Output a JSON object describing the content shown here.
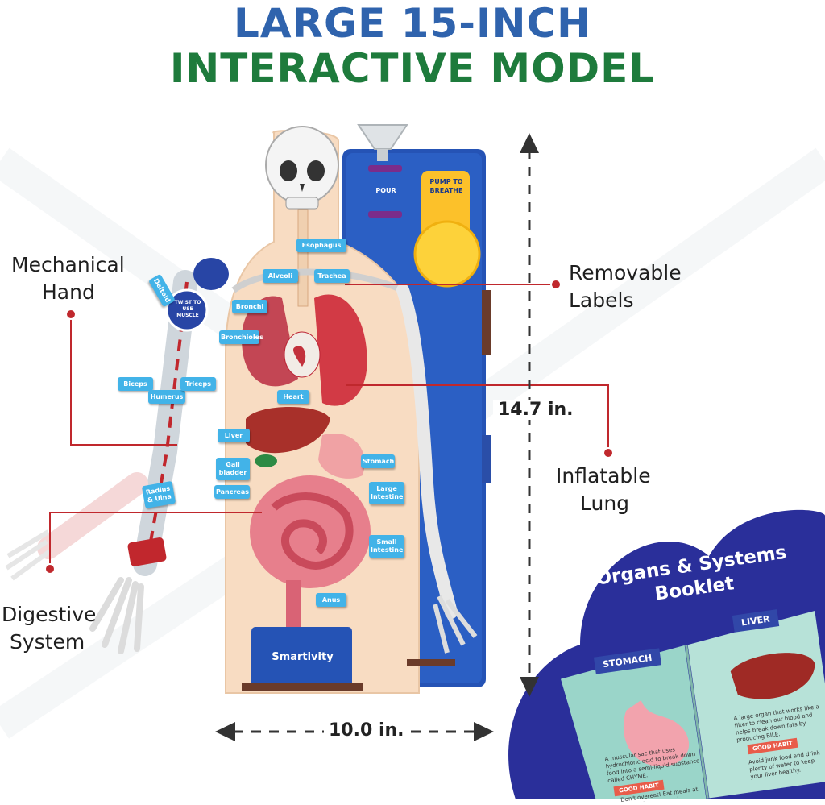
{
  "header": {
    "line1": "LARGE 15-INCH",
    "line2": "INTERACTIVE MODEL"
  },
  "callouts": {
    "mechanical_hand": [
      "Mechanical",
      "Hand"
    ],
    "removable_labels": [
      "Removable",
      "Labels"
    ],
    "inflatable_lung": [
      "Inflatable",
      "Lung"
    ],
    "digestive_system": [
      "Digestive",
      "System"
    ]
  },
  "dimensions": {
    "height": "14.7 in.",
    "width": "10.0 in."
  },
  "board": {
    "pour": "POUR",
    "pump": "PUMP TO BREATHE",
    "brand": "Smartivity",
    "twist": "TWIST TO USE MUSCLE"
  },
  "organ_labels": {
    "esophagus": "Esophagus",
    "alveoli": "Alveoli",
    "trachea": "Trachea",
    "bronchi": "Bronchi",
    "bronchioles": "Bronchioles",
    "heart": "Heart",
    "liver": "Liver",
    "gall_bladder": "Gall bladder",
    "stomach": "Stomach",
    "pancreas": "Pancreas",
    "large_intestine": "Large Intestine",
    "small_intestine": "Small Intestine",
    "anus": "Anus",
    "deltoid": "Deltoid",
    "biceps": "Biceps",
    "humerus": "Humerus",
    "triceps": "Triceps",
    "radius_ulna": "Radius & Ulna"
  },
  "booklet": {
    "title": [
      "Organs & Systems",
      "Booklet"
    ],
    "left_tag": "STOMACH",
    "right_tag": "LIVER",
    "left_text": "A muscular sac that uses hydrochloric acid to break down food into a semi-liquid substance called CHYME.",
    "right_text": "A large organ that works like a filter to clean our blood and helps break down fats by producing BILE.",
    "habit": "GOOD HABIT",
    "left_habit": "Don't overeat! Eat meals at regular intervals to keep your stomach healthy.",
    "right_habit": "Avoid junk food and drink plenty of water to keep your liver healthy."
  },
  "colors": {
    "title_blue": "#2f63ad",
    "title_green": "#1e7b3c",
    "board_blue": "#2553b5",
    "label_blue": "#42b3e8",
    "callout_red": "#c0282d",
    "cloud_navy": "#2a2f9a"
  }
}
